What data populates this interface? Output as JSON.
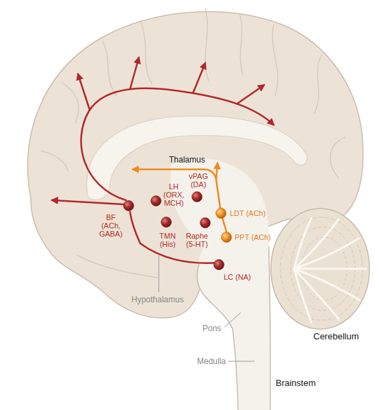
{
  "diagram": {
    "nodes": [
      {
        "text": [
          "vPAG (DA)"
        ]
      },
      {
        "text": [
          "LH (ORX, MCH)"
        ]
      },
      {
        "text": [
          "LDT (ACh)"
        ]
      },
      {
        "text": [
          "BF (ACh, GABA)"
        ]
      },
      {
        "text": [
          "TMN (His)"
        ]
      },
      {
        "text": [
          "Raphe (5-HT)"
        ]
      },
      {
        "text": [
          "PPT (ACh)"
        ]
      },
      {
        "text": [
          "LC (NA)"
        ]
      }
    ],
    "labels": [
      "Thalamus",
      "Hypothalamus",
      "Pons",
      "Medulla",
      "Cerebellum",
      "Brainstem"
    ]
  }
}
